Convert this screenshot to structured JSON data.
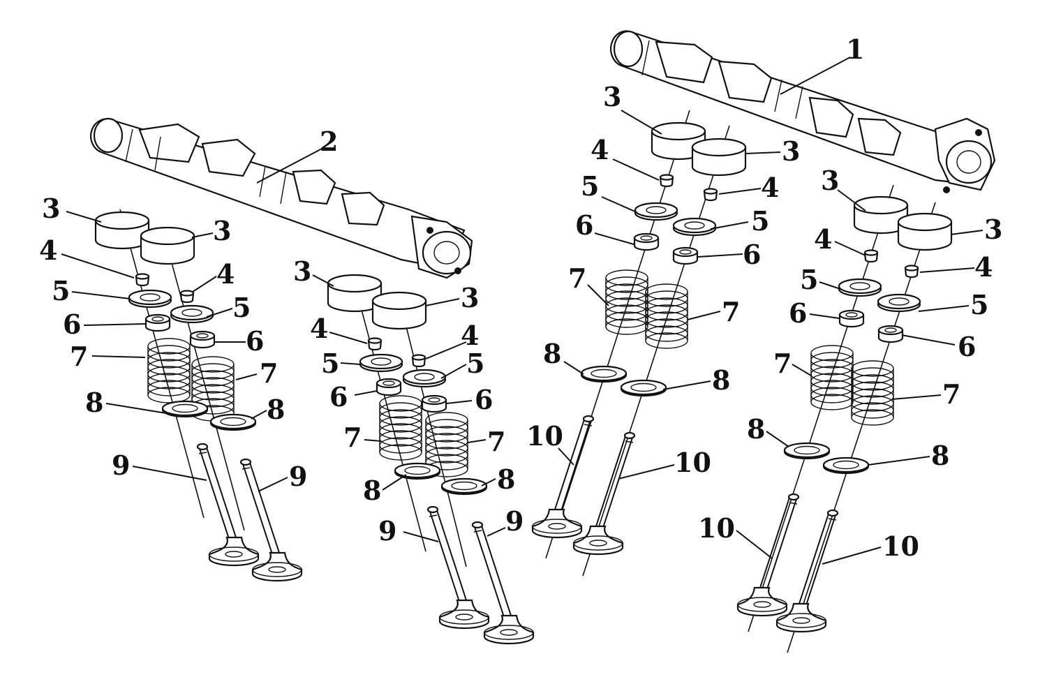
{
  "figure": {
    "callouts": {
      "c1": "1",
      "c2": "2",
      "c3": "3",
      "c4": "4",
      "c5": "5",
      "c6": "6",
      "c7": "7",
      "c8": "8",
      "c9": "9",
      "c10": "10"
    }
  }
}
